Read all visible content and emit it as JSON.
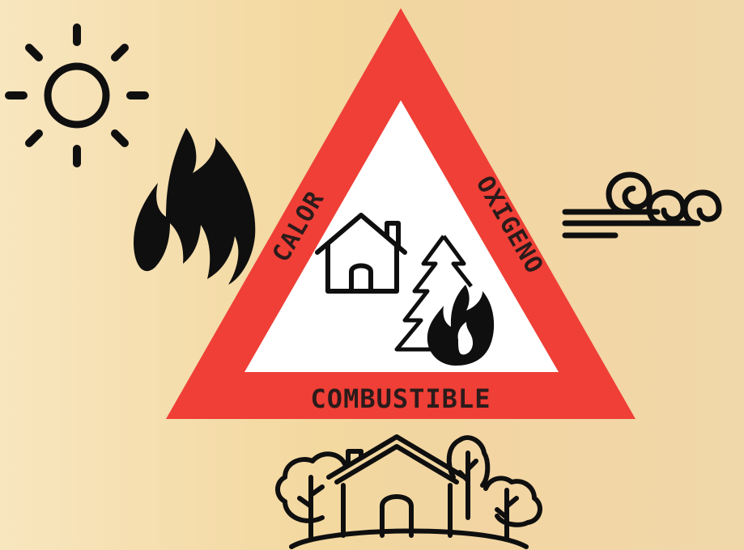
{
  "triangle": {
    "side_left_label": "CALOR",
    "side_right_label": "OXIGENO",
    "base_label": "COMBUSTIBLE"
  },
  "colors": {
    "background": "#f3d8a0",
    "triangle_border": "#ef3f36",
    "triangle_fill": "#ffffff",
    "ink": "#0f0f0f",
    "label_text": "#2b1b1b"
  },
  "icons": {
    "sun": "sun-icon",
    "flame": "flame-icon",
    "wind": "wind-icon",
    "house": "house-icon",
    "burning_tree": "burning-tree-icon",
    "house_in_forest": "house-in-forest-icon"
  }
}
